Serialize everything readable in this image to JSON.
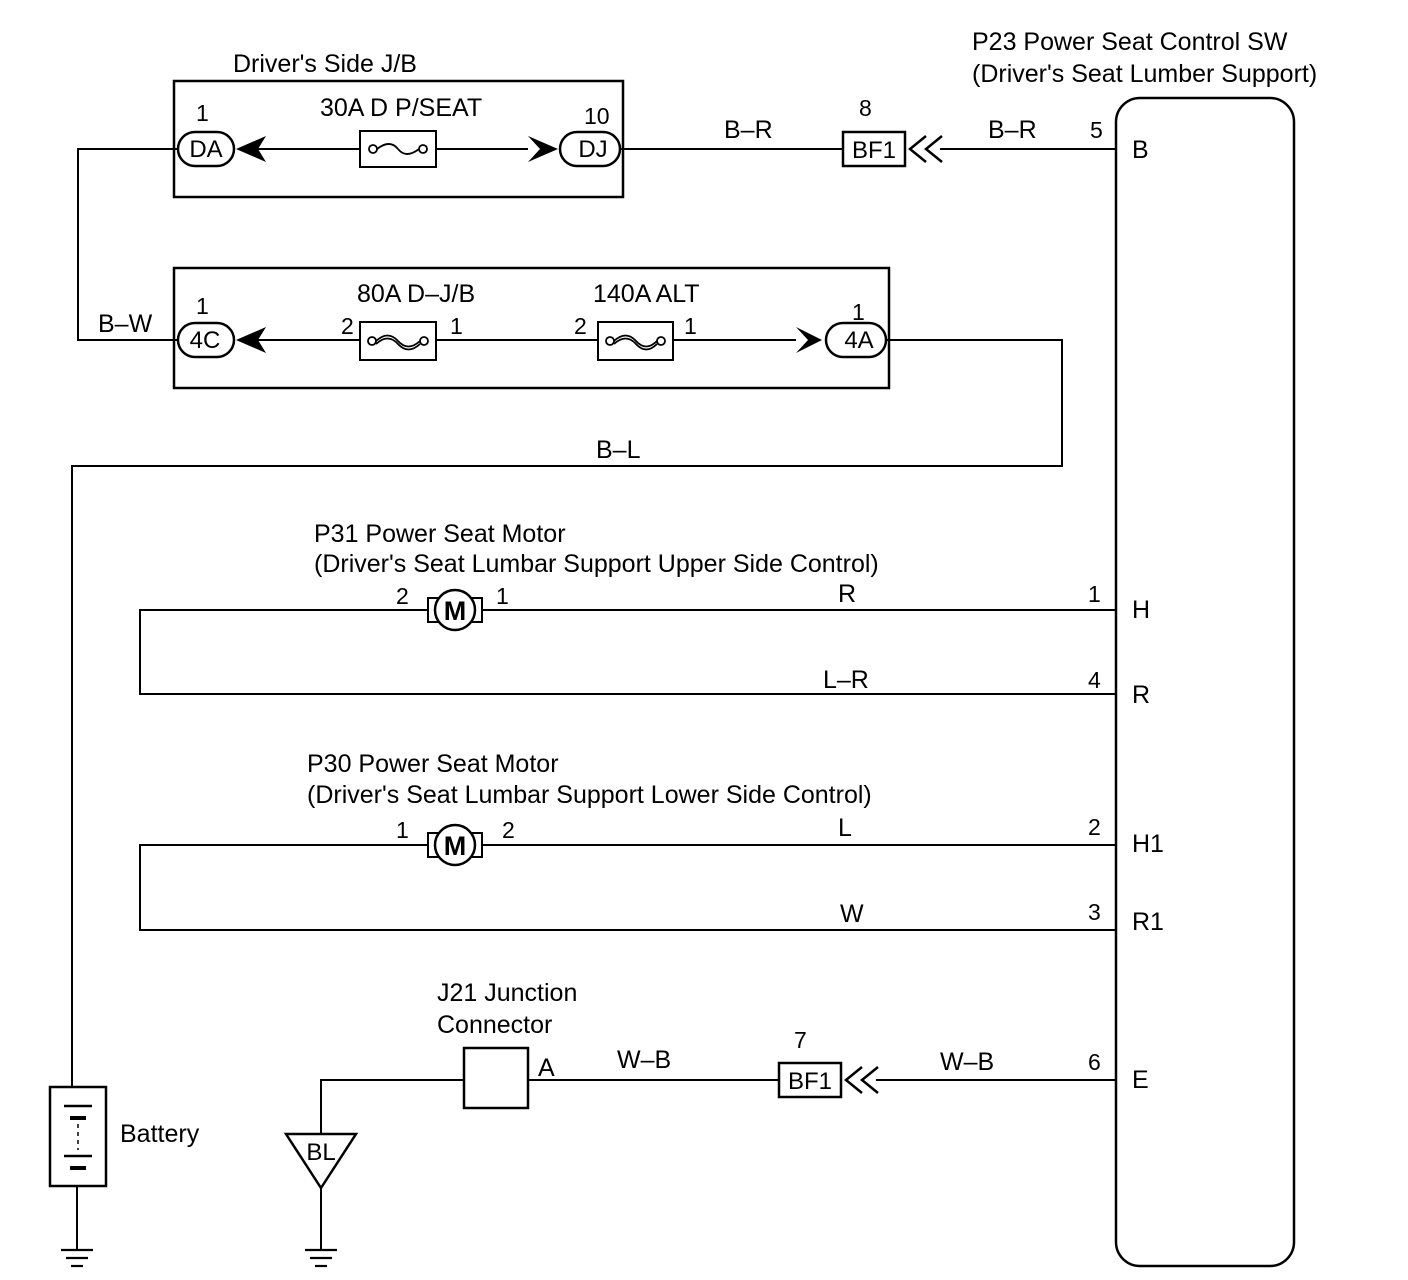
{
  "drivers_jb": {
    "title": "Driver's Side J/B",
    "fuse_label": "30A D P/SEAT",
    "left_pin": "1",
    "left_connector": "DA",
    "right_pin": "10",
    "right_connector": "DJ"
  },
  "engine_jb": {
    "wire_in": "B–W",
    "left_pin": "1",
    "left_connector": "4C",
    "fuse1_label": "80A D–J/B",
    "fuse1_pin_left": "2",
    "fuse1_pin_right": "1",
    "fuse2_label": "140A ALT",
    "fuse2_pin_left": "2",
    "fuse2_pin_right": "1",
    "right_pin": "1",
    "right_connector": "4A"
  },
  "switch": {
    "title_line1": "P23 Power Seat Control SW",
    "title_line2": "(Driver's Seat Lumber Support)",
    "terminals": [
      {
        "pin": "5",
        "name": "B"
      },
      {
        "pin": "1",
        "name": "H"
      },
      {
        "pin": "4",
        "name": "R"
      },
      {
        "pin": "2",
        "name": "H1"
      },
      {
        "pin": "3",
        "name": "R1"
      },
      {
        "pin": "6",
        "name": "E"
      }
    ]
  },
  "bf1_top": {
    "pin": "8",
    "label": "BF1"
  },
  "bf1_bottom": {
    "pin": "7",
    "label": "BF1"
  },
  "wires": {
    "b_r_left": "B–R",
    "b_r_right": "B–R",
    "b_l": "B–L",
    "r": "R",
    "l_r": "L–R",
    "l": "L",
    "w": "W",
    "w_b_left": "W–B",
    "w_b_right": "W–B"
  },
  "motor_upper": {
    "title_line1": "P31 Power Seat Motor",
    "title_line2": "(Driver's Seat Lumbar Support Upper Side Control)",
    "pin_left": "2",
    "pin_right": "1",
    "symbol": "M"
  },
  "motor_lower": {
    "title_line1": "P30 Power Seat Motor",
    "title_line2": "(Driver's Seat Lumbar Support Lower Side Control)",
    "pin_left": "1",
    "pin_right": "2",
    "symbol": "M"
  },
  "junction": {
    "title_line1": "J21 Junction",
    "title_line2": "Connector",
    "pin": "A"
  },
  "ground_point": "BL",
  "battery_label": "Battery"
}
